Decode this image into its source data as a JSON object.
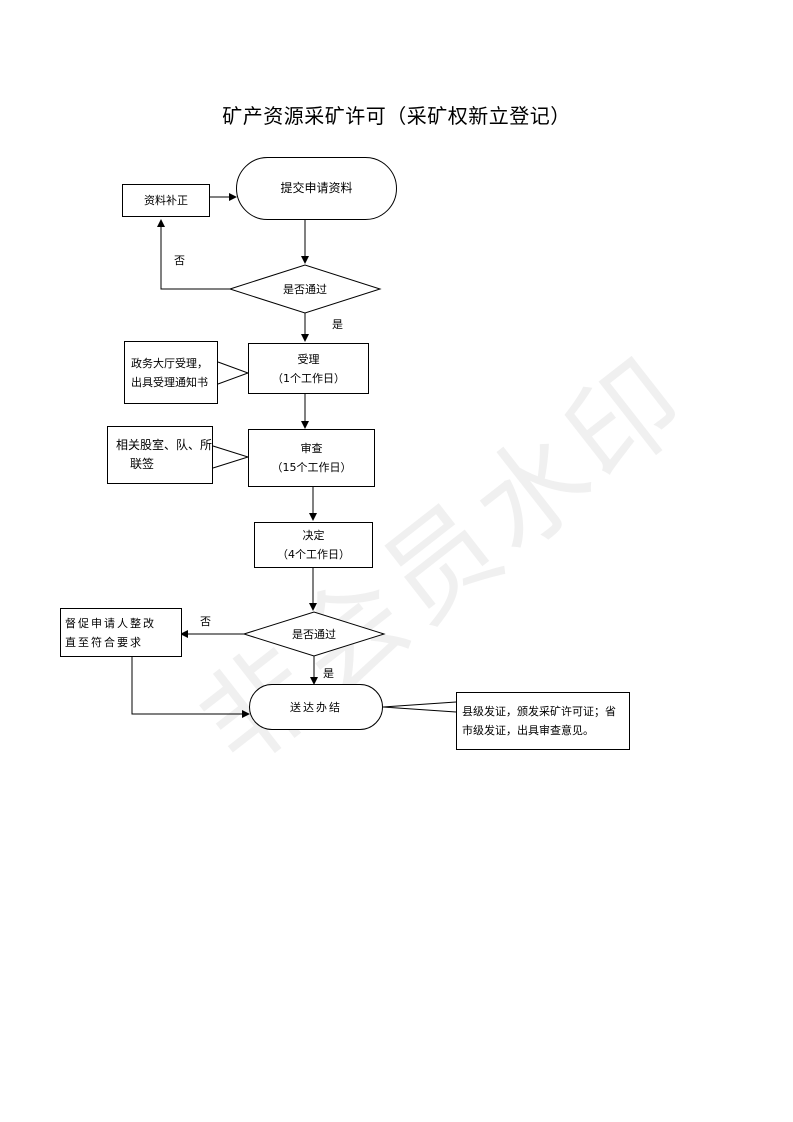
{
  "title": "矿产资源采矿许可（采矿权新立登记）",
  "watermark": "非会员水印",
  "nodes": {
    "submit": "提交申请资料",
    "correct": "资料补正",
    "check1": "是否通过",
    "accept": {
      "line1": "受理",
      "line2": "（1个工作日）"
    },
    "accept_note": {
      "line1": "政务大厅受理，",
      "line2": "出具受理通知书"
    },
    "review": {
      "line1": "审查",
      "line2": "（15个工作日）"
    },
    "review_note": {
      "line1": "相关股室、队、所",
      "line2": "联签"
    },
    "decide": {
      "line1": "决定",
      "line2": "（4个工作日）"
    },
    "check2": "是否通过",
    "urge": {
      "line1": "督促申请人整改",
      "line2": "直至符合要求"
    },
    "deliver": "送达办结",
    "deliver_note": {
      "line1": "县级发证，颁发采矿许可证；省",
      "line2": "市级发证，出具审查意见。"
    }
  },
  "labels": {
    "no1": "否",
    "yes1": "是",
    "no2": "否",
    "yes2": "是"
  }
}
